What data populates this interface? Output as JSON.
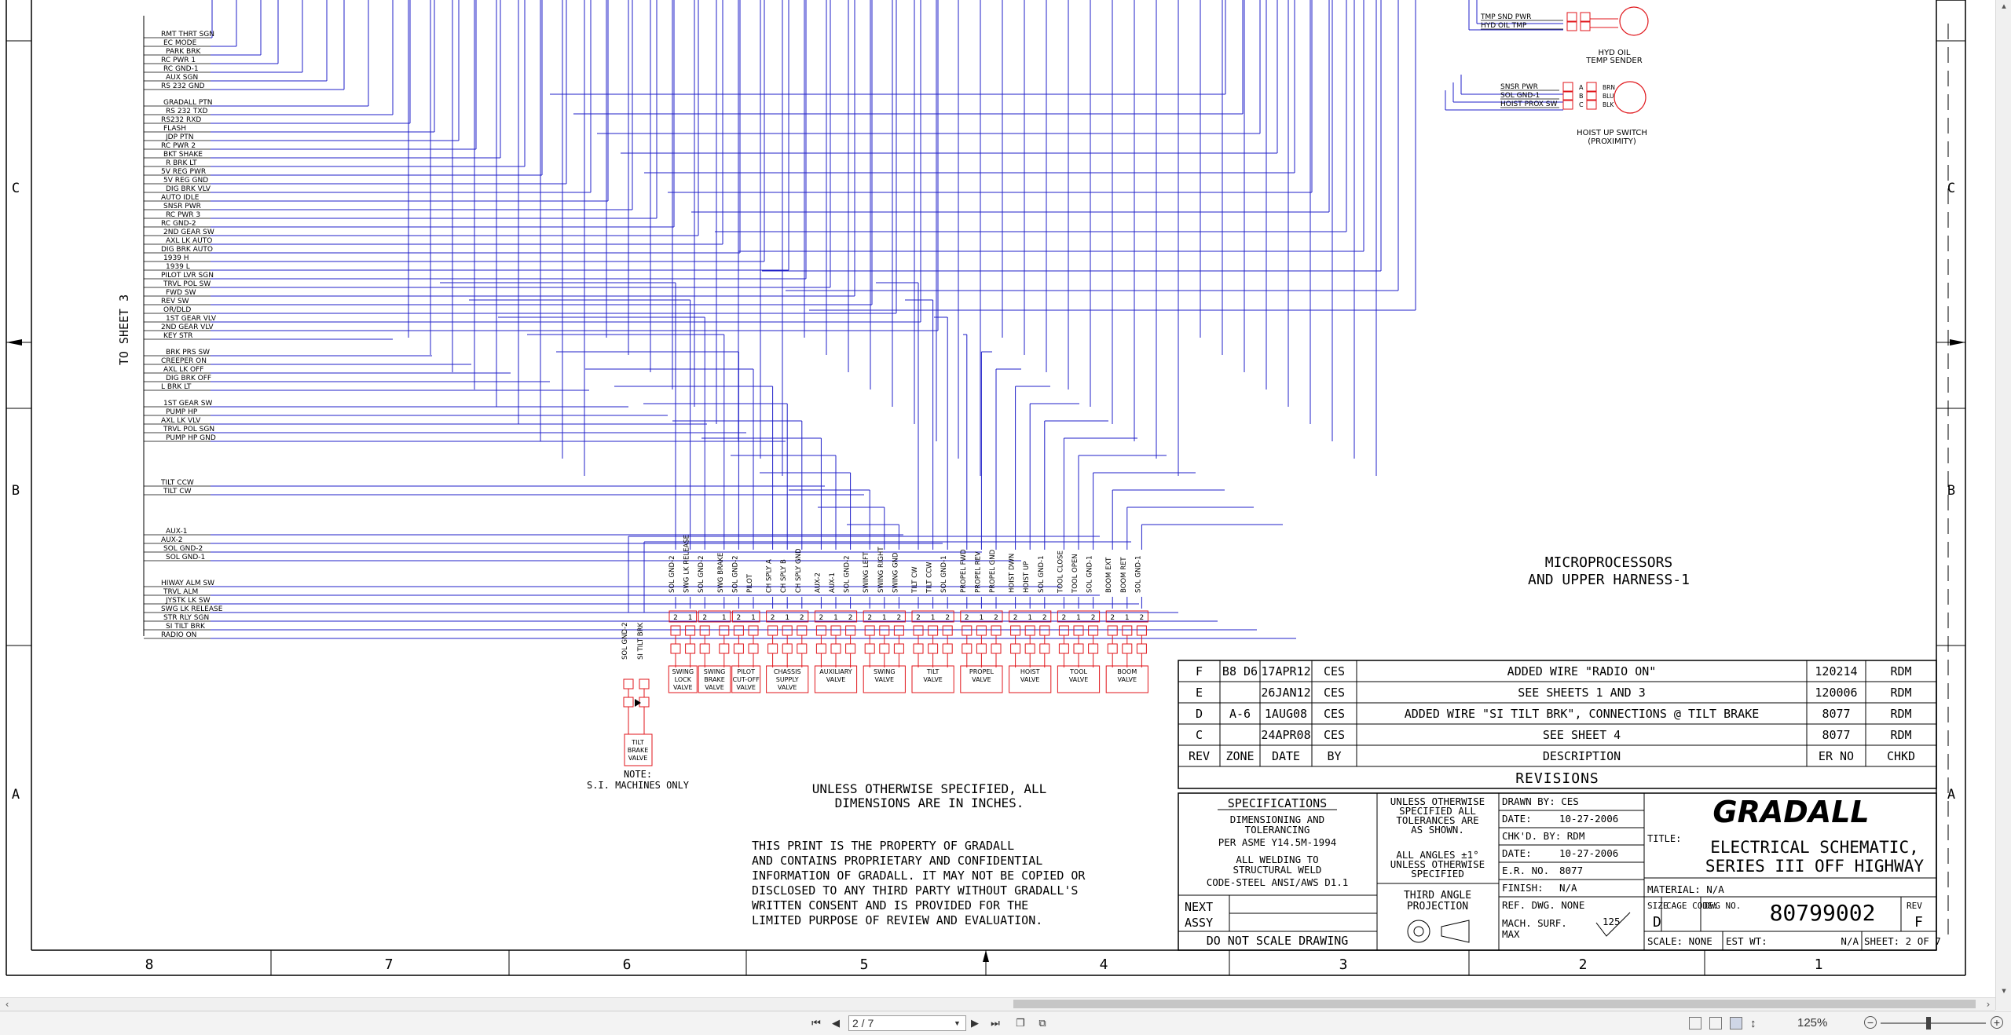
{
  "drawing": {
    "to_sheet": "TO SHEET 3",
    "zones_top": {
      "left": [
        "C",
        "B",
        "A"
      ],
      "right": [
        "C",
        "B",
        "A"
      ]
    },
    "zones_bottom": [
      "8",
      "7",
      "6",
      "5",
      "4",
      "3",
      "2",
      "1"
    ],
    "left_signals": [
      "RMT THRT SGN",
      "EC MODE",
      "PARK BRK",
      "RC PWR 1",
      "RC GND-1",
      "AUX SGN",
      "RS 232 GND",
      "GRADALL PTN",
      "RS 232 TXD",
      "RS232 RXD",
      "FLASH",
      "JDP PTN",
      "RC PWR 2",
      "BKT SHAKE",
      "R BRK LT",
      "5V REG PWR",
      "5V REG GND",
      "DIG BRK VLV",
      "AUTO IDLE",
      "SNSR PWR",
      "RC PWR 3",
      "RC GND-2",
      "2ND GEAR SW",
      "AXL LK AUTO",
      "DIG BRK AUTO",
      "1939 H",
      "1939 L",
      "PILOT LVR SGN",
      "TRVL POL SW",
      "FWD SW",
      "REV SW",
      "OR/DLD",
      "1ST GEAR VLV",
      "2ND GEAR VLV",
      "KEY STR",
      "BRK PRS SW",
      "CREEPER ON",
      "AXL LK OFF",
      "DIG BRK OFF",
      "L BRK LT",
      "1ST GEAR SW",
      "PUMP HP",
      "AXL LK VLV",
      "TRVL POL SGN",
      "PUMP HP GND",
      "TILT CCW",
      "TILT CW",
      "AUX-1",
      "AUX-2",
      "SOL GND-2",
      "SOL GND-1",
      "HIWAY ALM SW",
      "TRVL ALM",
      "JYSTK LK SW",
      "SWG LK RELEASE",
      "STR RLY SGN",
      "SI TILT BRK",
      "RADIO ON"
    ],
    "top_right": {
      "hyd_signals": [
        "TMP SND PWR",
        "HYD OIL TMP"
      ],
      "hyd_label_1": "HYD OIL",
      "hyd_label_2": "TEMP SENDER",
      "hoist_signals": [
        "SNSR PWR",
        "SOL GND-1",
        "HOIST PROX SW"
      ],
      "hoist_label_1": "HOIST UP SWITCH",
      "hoist_label_2": "(PROXIMITY)",
      "hoist_pins": [
        "A",
        "B",
        "C"
      ],
      "hoist_wire_colors": [
        "BRN",
        "BLU",
        "BLK"
      ]
    },
    "vertical_signals": [
      "SOL GND-2",
      "SWG LK RELEASE",
      "SOL GND-2",
      "SWG BRAKE",
      "SOL GND-2",
      "PILOT",
      "CH SPLY A",
      "CH SPLY B",
      "CH SPLY GND",
      "AUX-2",
      "AUX-1",
      "SOL GND-2",
      "SWING LEFT",
      "SWING RIGHT",
      "SWING GND",
      "TILT CW",
      "TILT CCW",
      "SOL GND-1",
      "PROPEL FWD",
      "PROPEL REV",
      "PROPEL GND",
      "HOIST DWN",
      "HOIST UP",
      "SOL GND-1",
      "TOOL CLOSE",
      "TOOL OPEN",
      "SOL GND-1",
      "BOOM EXT",
      "BOOM RET",
      "SOL GND-1"
    ],
    "tilt_brake_signals": [
      "SOL GND-2",
      "SI TILT BRK"
    ],
    "valves": [
      {
        "l1": "SWING",
        "l2": "LOCK",
        "l3": "VALVE"
      },
      {
        "l1": "SWING",
        "l2": "BRAKE",
        "l3": "VALVE"
      },
      {
        "l1": "PILOT",
        "l2": "CUT-OFF",
        "l3": "VALVE"
      },
      {
        "l1": "CHASSIS",
        "l2": "SUPPLY",
        "l3": "VALVE"
      },
      {
        "l1": "AUXILIARY",
        "l2": "VALVE",
        "l3": ""
      },
      {
        "l1": "SWING",
        "l2": "VALVE",
        "l3": ""
      },
      {
        "l1": "TILT",
        "l2": "VALVE",
        "l3": ""
      },
      {
        "l1": "PROPEL",
        "l2": "VALVE",
        "l3": ""
      },
      {
        "l1": "HOIST",
        "l2": "VALVE",
        "l3": ""
      },
      {
        "l1": "TOOL",
        "l2": "VALVE",
        "l3": ""
      },
      {
        "l1": "BOOM",
        "l2": "VALVE",
        "l3": ""
      }
    ],
    "tilt_brake_valve": {
      "l1": "TILT",
      "l2": "BRAKE",
      "l3": "VALVE"
    },
    "pin_labels": [
      "2",
      "1"
    ],
    "note_1": "NOTE:",
    "note_2": "S.I. MACHINES ONLY",
    "section_title_1": "MICROPROCESSORS",
    "section_title_2": "AND UPPER HARNESS-1",
    "unless_note_1": "UNLESS OTHERWISE SPECIFIED, ALL",
    "unless_note_2": "DIMENSIONS ARE IN INCHES.",
    "property_notice": [
      "THIS PRINT IS THE PROPERTY OF GRADALL",
      "AND CONTAINS PROPRIETARY AND CONFIDENTIAL",
      "INFORMATION OF GRADALL. IT MAY NOT BE COPIED OR",
      "DISCLOSED TO ANY THIRD PARTY WITHOUT GRADALL'S",
      "WRITTEN CONSENT AND IS PROVIDED FOR THE",
      "LIMITED PURPOSE OF REVIEW AND EVALUATION."
    ],
    "revisions": {
      "rows": [
        {
          "rev": "F",
          "zone": "B8 D6",
          "date": "17APR12",
          "by": "CES",
          "desc": "ADDED WIRE \"RADIO ON\"",
          "er": "120214",
          "chkd": "RDM"
        },
        {
          "rev": "E",
          "zone": "",
          "date": "26JAN12",
          "by": "CES",
          "desc": "SEE SHEETS 1 AND 3",
          "er": "120006",
          "chkd": "RDM"
        },
        {
          "rev": "D",
          "zone": "A-6",
          "date": "1AUG08",
          "by": "CES",
          "desc": "ADDED WIRE \"SI TILT BRK\", CONNECTIONS @ TILT BRAKE",
          "er": "8077",
          "chkd": "RDM"
        },
        {
          "rev": "C",
          "zone": "",
          "date": "24APR08",
          "by": "CES",
          "desc": "SEE SHEET 4",
          "er": "8077",
          "chkd": "RDM"
        }
      ],
      "headers": {
        "rev": "REV",
        "zone": "ZONE",
        "date": "DATE",
        "by": "BY",
        "desc": "DESCRIPTION",
        "er": "ER NO",
        "chkd": "CHKD"
      },
      "title": "REVISIONS"
    },
    "title_block": {
      "spec_title": "SPECIFICATIONS",
      "spec_lines": [
        "DIMENSIONING AND",
        "TOLERANCING",
        "PER ASME Y14.5M-1994",
        "ALL WELDING TO",
        "STRUCTURAL WELD",
        "CODE-STEEL ANSI/AWS D1.1"
      ],
      "tol_lines": [
        "UNLESS OTHERWISE",
        "SPECIFIED ALL",
        "TOLERANCES ARE",
        "AS SHOWN.",
        "ALL ANGLES ±1°",
        "UNLESS OTHERWISE",
        "SPECIFIED"
      ],
      "third_angle_1": "THIRD ANGLE",
      "third_angle_2": "PROJECTION",
      "next_assy_1": "NEXT",
      "next_assy_2": "ASSY",
      "do_not_scale": "DO NOT SCALE DRAWING",
      "drawn_by": "DRAWN BY: CES",
      "date1_label": "DATE:",
      "date1": "10-27-2006",
      "chkd_by": "CHK'D. BY: RDM",
      "date2_label": "DATE:",
      "date2": "10-27-2006",
      "er_no_label": "E.R. NO.",
      "er_no": "8077",
      "finish_label": "FINISH:",
      "finish": "N/A",
      "ref_dwg": "REF. DWG.  NONE",
      "mach_surf_1": "MACH. SURF.",
      "mach_surf_2": "MAX",
      "mach_surf_val": "125",
      "company": "GRADALL",
      "title_label": "TITLE:",
      "title_1": "ELECTRICAL SCHEMATIC,",
      "title_2": "SERIES III OFF HIGHWAY",
      "material": "MATERIAL: N/A",
      "size_label": "SIZE",
      "size": "D",
      "cage_code": "CAGE CODE:",
      "dwg_no_label": "DWG NO.",
      "dwg_no": "80799002",
      "rev_label": "REV",
      "rev": "F",
      "scale": "SCALE:  NONE",
      "est_wt": "EST WT:",
      "est_wt_val": "N/A",
      "sheet": "SHEET: 2  OF  7"
    },
    "colors": {
      "wire": "#1f1fc8",
      "component": "#e0161b",
      "line": "#000000"
    }
  },
  "viewer": {
    "page_field": "2 / 7",
    "zoom": "125%",
    "zoom_level_percent": 125,
    "scroll_left_icon": "chevron-left-icon",
    "scroll_right_icon": "chevron-right-icon"
  }
}
